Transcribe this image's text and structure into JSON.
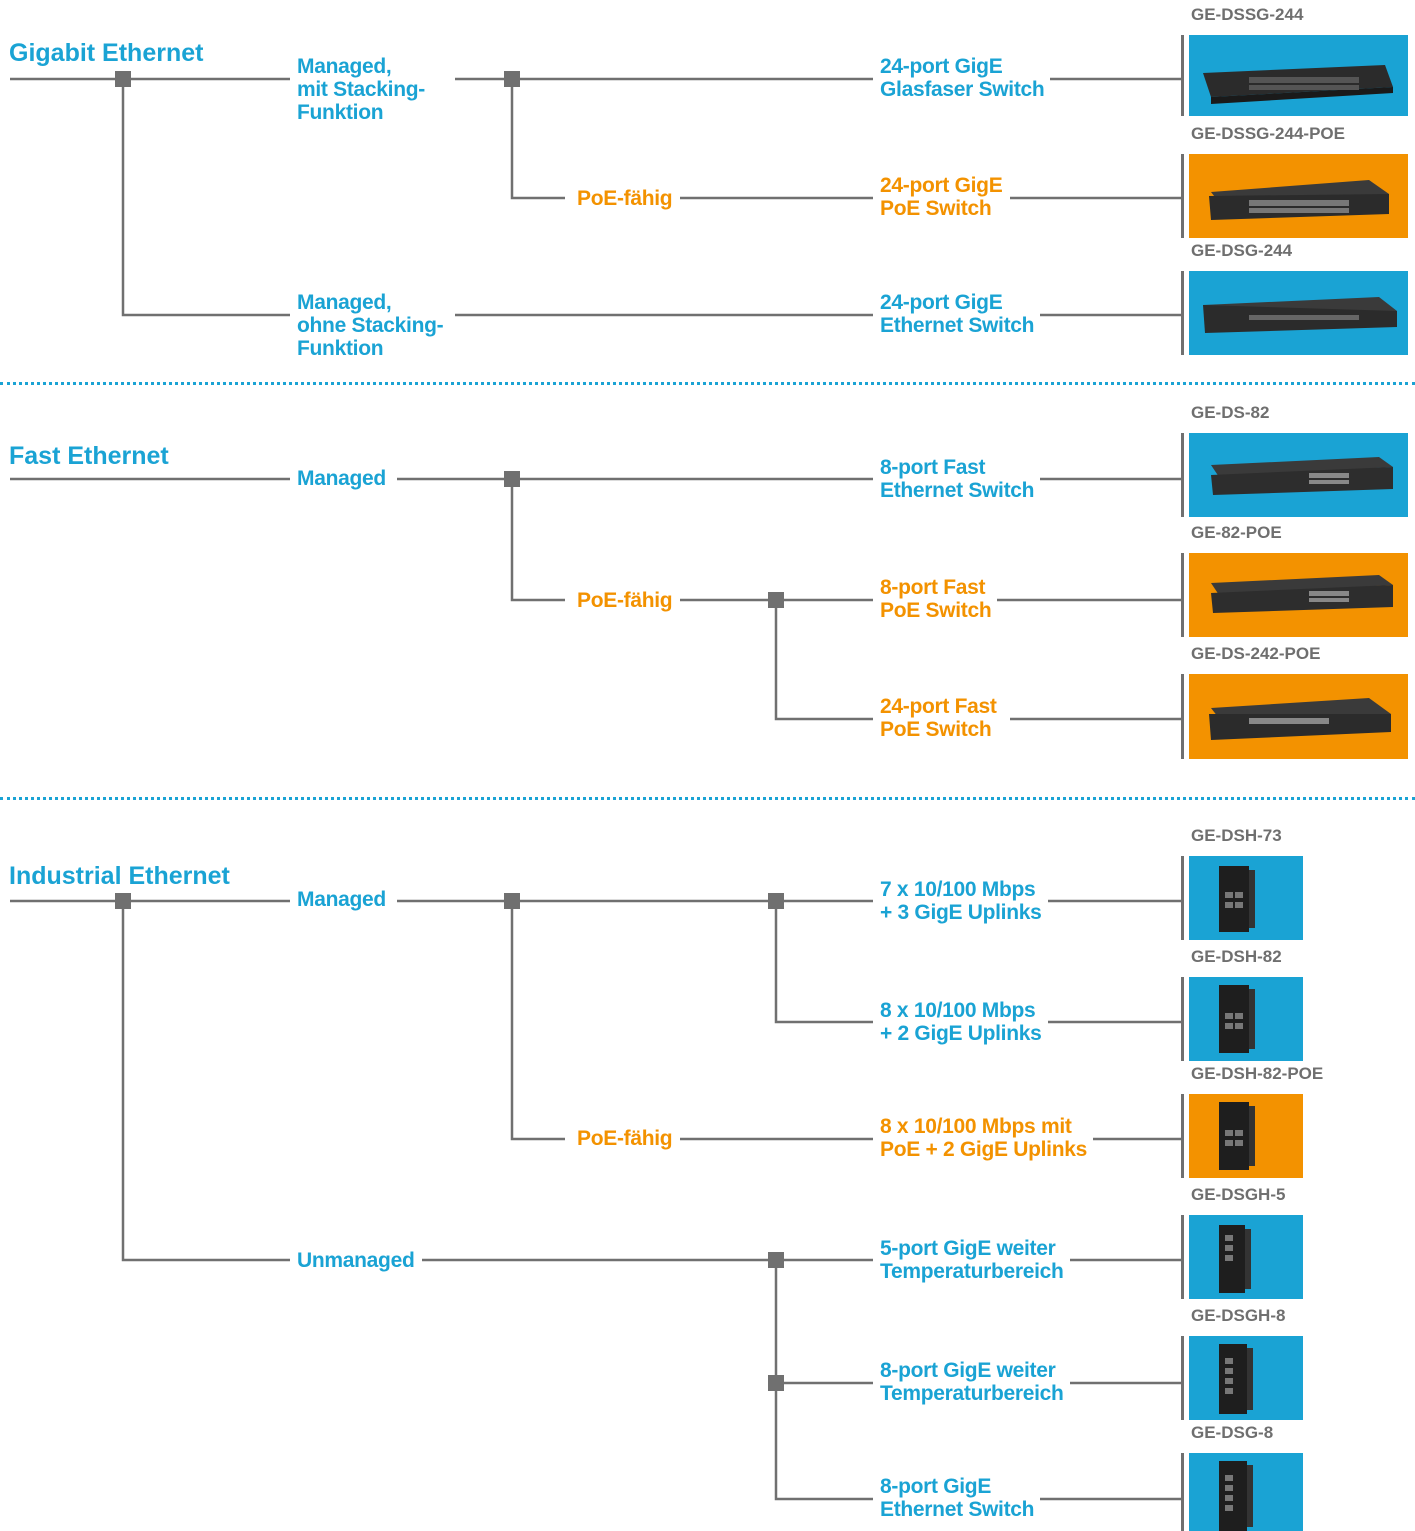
{
  "colors": {
    "blue": "#1aa3d4",
    "orange": "#f39200",
    "line": "#707070",
    "label_gray": "#6f6f6f"
  },
  "sections": [
    {
      "title": "Gigabit Ethernet",
      "nodes": {
        "managed_stacking": [
          "Managed,",
          "mit Stacking-",
          "Funktion"
        ],
        "poe": [
          "PoE-fähig"
        ],
        "managed_nostacking": [
          "Managed,",
          "ohne Stacking-",
          "Funktion"
        ],
        "l1": [
          "24-port GigE",
          "Glasfaser Switch"
        ],
        "l2": [
          "24-port GigE",
          "PoE Switch"
        ],
        "l3": [
          "24-port GigE",
          "Ethernet Switch"
        ]
      },
      "products": [
        {
          "name": "GE-DSSG-244",
          "background": "blue",
          "icon": "rack-switch-icon"
        },
        {
          "name": "GE-DSSG-244-POE",
          "background": "orange",
          "icon": "rack-switch-icon"
        },
        {
          "name": "GE-DSG-244",
          "background": "blue",
          "icon": "rack-switch-icon"
        }
      ]
    },
    {
      "title": "Fast Ethernet",
      "nodes": {
        "managed": [
          "Managed"
        ],
        "poe": [
          "PoE-fähig"
        ],
        "l1": [
          "8-port Fast",
          "Ethernet Switch"
        ],
        "l2": [
          "8-port Fast",
          "PoE Switch"
        ],
        "l3": [
          "24-port Fast",
          "PoE Switch"
        ]
      },
      "products": [
        {
          "name": "GE-DS-82",
          "background": "blue",
          "icon": "rack-switch-icon"
        },
        {
          "name": "GE-82-POE",
          "background": "orange",
          "icon": "rack-switch-icon"
        },
        {
          "name": "GE-DS-242-POE",
          "background": "orange",
          "icon": "rack-switch-icon"
        }
      ]
    },
    {
      "title": "Industrial Ethernet",
      "nodes": {
        "managed": [
          "Managed"
        ],
        "poe": [
          "PoE-fähig"
        ],
        "unmanaged": [
          "Unmanaged"
        ],
        "l1": [
          "7 x 10/100 Mbps",
          "+ 3 GigE Uplinks"
        ],
        "l2": [
          "8 x 10/100 Mbps",
          "+ 2 GigE Uplinks"
        ],
        "l3": [
          "8 x 10/100 Mbps mit",
          "PoE + 2 GigE Uplinks"
        ],
        "l4": [
          "5-port GigE weiter",
          "Temperaturbereich"
        ],
        "l5": [
          "8-port GigE weiter",
          "Temperaturbereich"
        ],
        "l6": [
          "8-port GigE",
          "Ethernet Switch"
        ]
      },
      "products": [
        {
          "name": "GE-DSH-73",
          "background": "blue",
          "icon": "din-rail-switch-icon"
        },
        {
          "name": "GE-DSH-82",
          "background": "blue",
          "icon": "din-rail-switch-icon"
        },
        {
          "name": "GE-DSH-82-POE",
          "background": "orange",
          "icon": "din-rail-switch-icon"
        },
        {
          "name": "GE-DSGH-5",
          "background": "blue",
          "icon": "din-rail-switch-icon"
        },
        {
          "name": "GE-DSGH-8",
          "background": "blue",
          "icon": "din-rail-switch-icon"
        },
        {
          "name": "GE-DSG-8",
          "background": "blue",
          "icon": "din-rail-switch-icon"
        }
      ]
    }
  ]
}
